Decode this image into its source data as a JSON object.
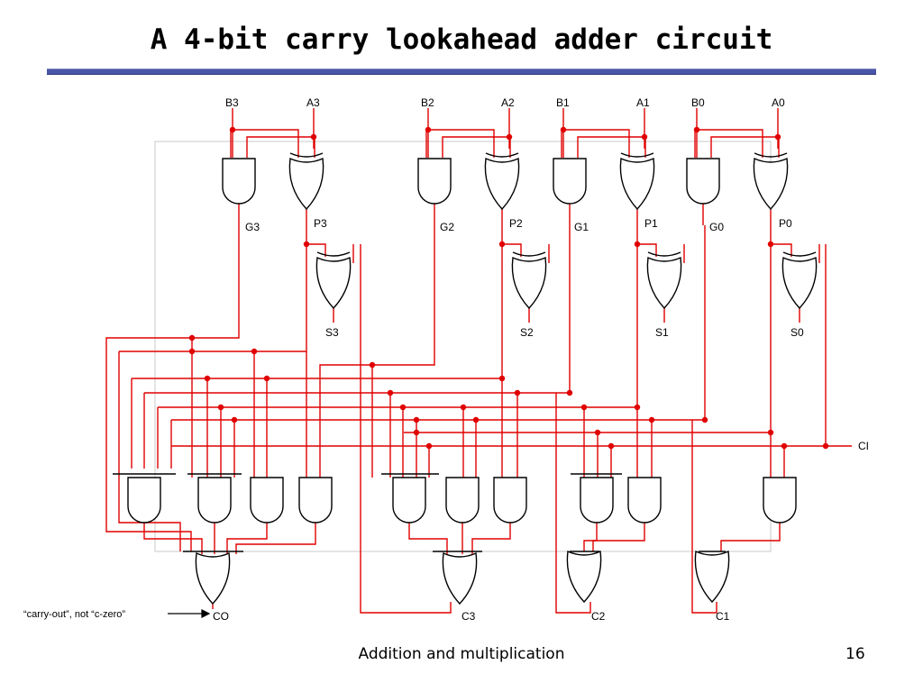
{
  "title": "A 4-bit carry lookahead adder circuit",
  "colors": {
    "wire": "#e00000",
    "node": "#e00000",
    "gate": "#000000",
    "rule": "#4a55a8",
    "box": "#c8c8c8"
  },
  "inputs": [
    "B3",
    "A3",
    "B2",
    "A2",
    "B1",
    "A1",
    "B0",
    "A0"
  ],
  "generate_labels": [
    "G3",
    "G2",
    "G1",
    "G0"
  ],
  "propagate_labels": [
    "P3",
    "P2",
    "P1",
    "P0"
  ],
  "sum_labels": [
    "S3",
    "S2",
    "S1",
    "S0"
  ],
  "carry_in": "CI",
  "carry_outputs": [
    "CO",
    "C3",
    "C2",
    "C1"
  ],
  "annotation": "“carry-out”, not “c-zero”",
  "footer": "Addition and multiplication",
  "page_number": "16"
}
